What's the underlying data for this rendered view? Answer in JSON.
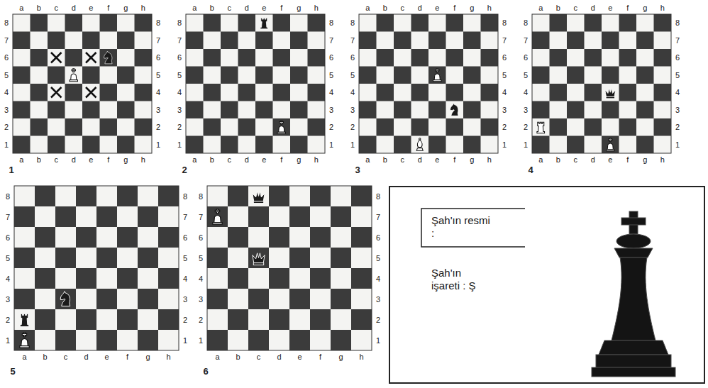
{
  "diagram": {
    "nodes": [
      {
        "text": [
          "Şah'ın resmi :",
          "Şah'ın işareti : Ş"
        ]
      }
    ],
    "labels": [
      "a",
      "b",
      "c",
      "d",
      "e",
      "f",
      "g",
      "h",
      "8",
      "7",
      "6",
      "5",
      "4",
      "3",
      "2",
      "1",
      "8",
      "7",
      "6",
      "5",
      "4",
      "3",
      "2",
      "1",
      "a",
      "b",
      "c",
      "d",
      "e",
      "f",
      "g",
      "h",
      "1",
      "a",
      "b",
      "c",
      "d",
      "e",
      "f",
      "g",
      "h",
      "8",
      "7",
      "6",
      "5",
      "4",
      "3",
      "2",
      "1",
      "8",
      "7",
      "6",
      "5",
      "4",
      "3",
      "2",
      "1",
      "a",
      "b",
      "c",
      "d",
      "e",
      "f",
      "g",
      "h",
      "2",
      "a",
      "b",
      "c",
      "d",
      "e",
      "f",
      "g",
      "h",
      "8",
      "7",
      "6",
      "5",
      "4",
      "3",
      "2",
      "1",
      "8",
      "7",
      "6",
      "5",
      "4",
      "3",
      "2",
      "1",
      "a",
      "b",
      "c",
      "d",
      "e",
      "f",
      "g",
      "h",
      "3",
      "a",
      "b",
      "c",
      "d",
      "e",
      "f",
      "g",
      "h",
      "8",
      "7",
      "6",
      "5",
      "4",
      "3",
      "2",
      "1",
      "8",
      "7",
      "6",
      "5",
      "4",
      "3",
      "2",
      "1",
      "a",
      "b",
      "c",
      "d",
      "e",
      "f",
      "g",
      "h",
      "4",
      "8",
      "7",
      "6",
      "5",
      "4",
      "3",
      "2",
      "1",
      "8",
      "7",
      "6",
      "5",
      "4",
      "3",
      "2",
      "1",
      "a",
      "b",
      "c",
      "d",
      "e",
      "f",
      "g",
      "h",
      "5",
      "8",
      "7",
      "6",
      "5",
      "4",
      "3",
      "2",
      "1",
      "8",
      "7",
      "6",
      "5",
      "4",
      "3",
      "2",
      "1",
      "a",
      "b",
      "c",
      "d",
      "e",
      "f",
      "g",
      "h",
      "6"
    ]
  }
}
